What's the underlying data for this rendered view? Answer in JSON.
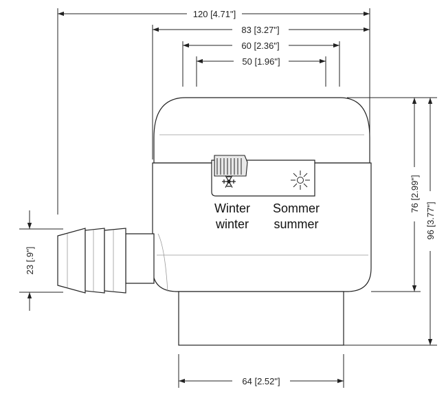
{
  "dimensions": {
    "width_120": "120 [4.71\"]",
    "width_83": "83 [3.27\"]",
    "width_60": "60 [2.36\"]",
    "width_50": "50 [1.96\"]",
    "width_64": "64 [2.52\"]",
    "height_76": "76 [2.99\"]",
    "height_96": "96 [3.77\"]",
    "outlet_23": "23 [.9\"]"
  },
  "switch_labels": {
    "winter_de": "Winter",
    "winter_en": "winter",
    "summer_de": "Sommer",
    "summer_en": "summer"
  },
  "icons": {
    "winter": "snowflake-icon",
    "summer": "sun-icon"
  }
}
